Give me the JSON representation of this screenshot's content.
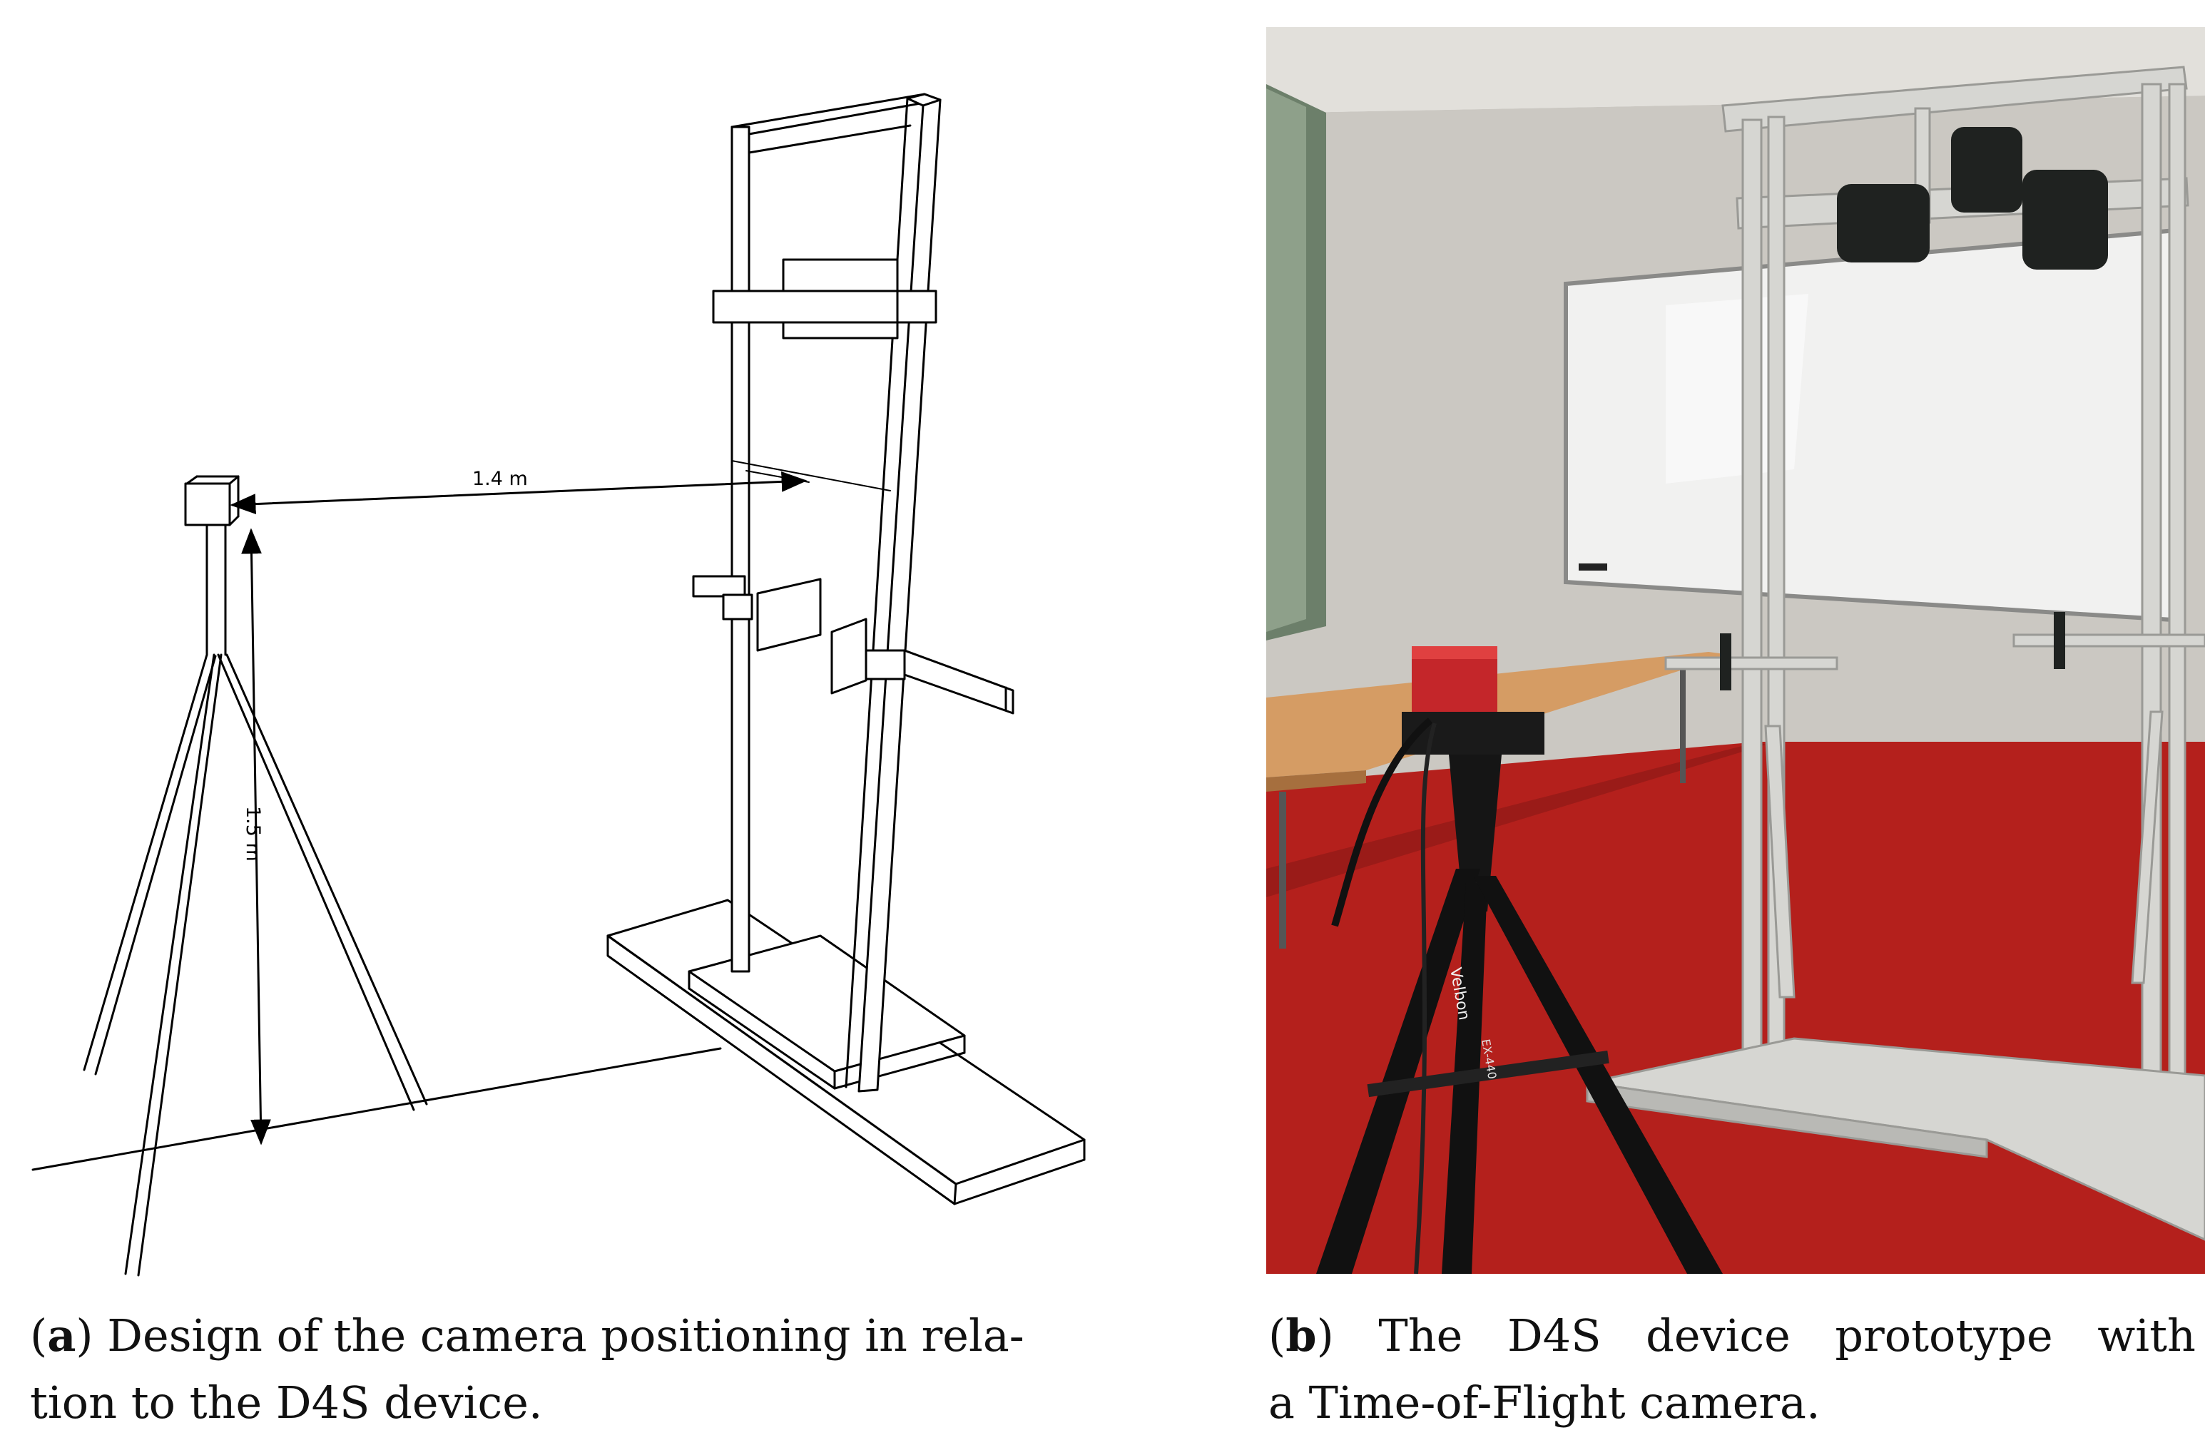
{
  "panel_a": {
    "distance_label": "1.4 m",
    "height_label": "1.5 m",
    "caption": {
      "label": "a",
      "line1": "Design of the camera positioning in rela-",
      "line2": "tion to the D4S device."
    }
  },
  "panel_b": {
    "camera_brand": "Velbon",
    "tripod_model": "EX-440",
    "caption": {
      "label": "b",
      "line1_words": [
        "The",
        "D4S",
        "device",
        "prototype",
        "with"
      ],
      "line2": "a Time-of-Flight camera."
    }
  },
  "colors": {
    "floor": "#b4201c",
    "wall": "#c9c7c1",
    "aluminium": "#d6d6d2",
    "camera": "#c4262a"
  }
}
